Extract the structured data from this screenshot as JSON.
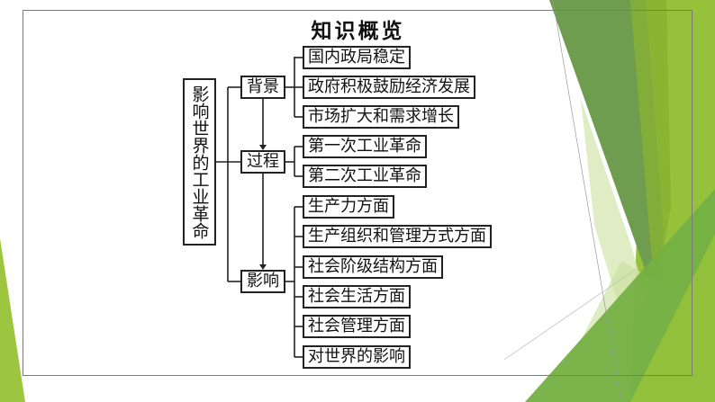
{
  "title": "知识概览",
  "root": "影响世界的工业革命",
  "categories": [
    {
      "label": "背景",
      "items": [
        "国内政局稳定",
        "政府积极鼓励经济发展",
        "市场扩大和需求增长"
      ]
    },
    {
      "label": "过程",
      "items": [
        "第一次工业革命",
        "第二次工业革命"
      ]
    },
    {
      "label": "影响",
      "items": [
        "生产力方面",
        "生产组织和管理方式方面",
        "社会阶级结构方面",
        "社会生活方面",
        "社会管理方面",
        "对世界的影响"
      ]
    }
  ],
  "colors": {
    "accent_dark": "#6b9c4a",
    "accent_light": "#92c13a",
    "accent_pale": "#d6e8b4"
  }
}
